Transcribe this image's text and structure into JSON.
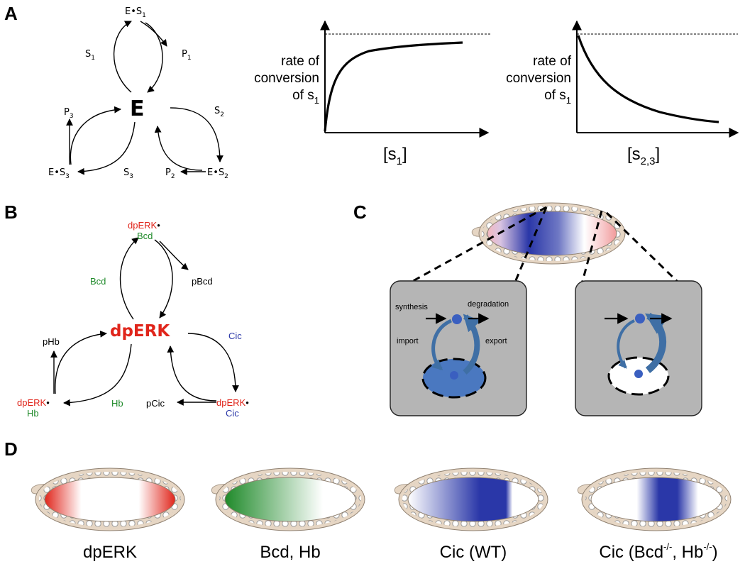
{
  "colors": {
    "dperk_red": "#e0251b",
    "bcd_green": "#1f8a2a",
    "cic_blue": "#2a37a8",
    "arrow_blue": "#3f6fa5",
    "box_gray": "#b5b5b5",
    "embryo_tan": "#e6d6c4",
    "nucleus_blue": "#4a78c0"
  },
  "panels": {
    "a": "A",
    "b": "B",
    "c": "C",
    "d": "D"
  },
  "panel_a": {
    "hub": "E",
    "complex_top": [
      "E",
      "S",
      "1"
    ],
    "s1": [
      "S",
      "1"
    ],
    "p1": [
      "P",
      "1"
    ],
    "s2": [
      "S",
      "2"
    ],
    "p2": [
      "P",
      "2"
    ],
    "s3": [
      "S",
      "3"
    ],
    "p3": [
      "P",
      "3"
    ],
    "complex_left": [
      "E",
      "S",
      "3"
    ],
    "complex_right": [
      "E",
      "S",
      "2"
    ],
    "plot1": {
      "ylabel_lines": [
        "rate of",
        "conversion",
        "of s"
      ],
      "ylabel_sub": "1",
      "xlabel": "[s",
      "xlabel_sub": "1",
      "xlabel_close": "]"
    },
    "plot2": {
      "ylabel_lines": [
        "rate of",
        "conversion",
        "of s"
      ],
      "ylabel_sub": "1",
      "xlabel": "[s",
      "xlabel_sub": "2,3",
      "xlabel_close": "]"
    }
  },
  "panel_b": {
    "hub": "dpERK",
    "top_complex": [
      "dpERK",
      "Bcd"
    ],
    "bcd": "Bcd",
    "pbcd": "pBcd",
    "cic": "Cic",
    "pcic": "pCic",
    "right_complex": [
      "dpERK",
      "Cic"
    ],
    "hb": "Hb",
    "phb": "pHb",
    "left_complex": [
      "dpERK",
      "Hb"
    ]
  },
  "panel_c": {
    "synthesis": "synthesis",
    "degradation": "degradation",
    "import": "import",
    "export": "export"
  },
  "panel_d": {
    "captions": [
      "dpERK",
      "Bcd, Hb",
      "Cic (WT)"
    ],
    "caption4": {
      "base": "Cic (Bcd",
      "sup1": "-/-",
      "mid": ", Hb",
      "sup2": "-/-",
      "close": ")"
    }
  }
}
